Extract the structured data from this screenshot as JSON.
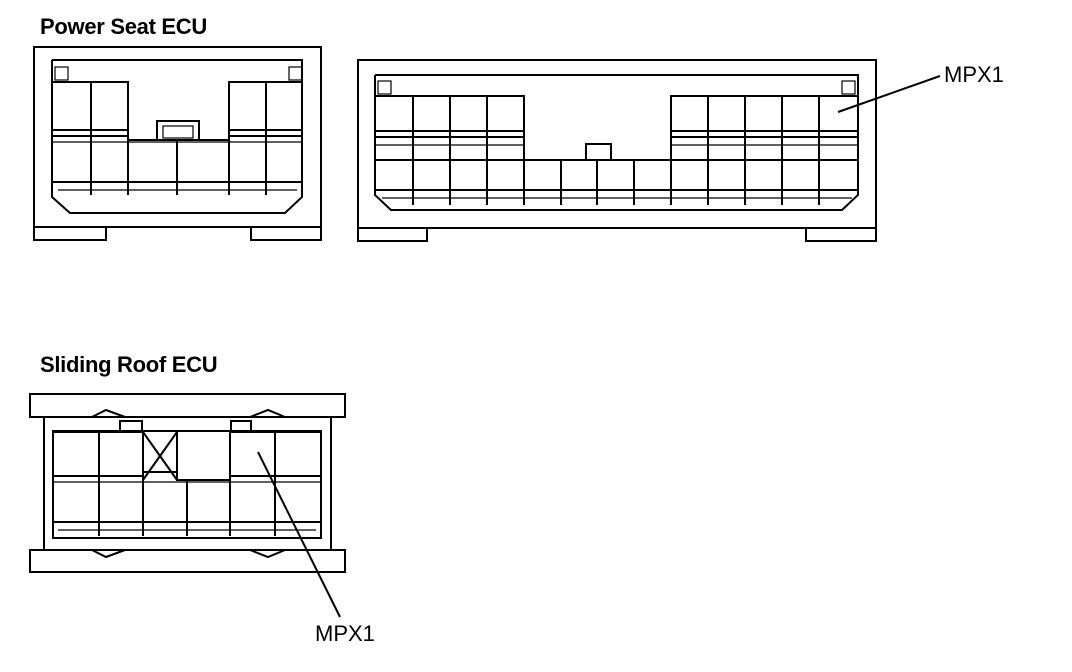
{
  "titles": {
    "power_seat": "Power Seat ECU",
    "sliding_roof": "Sliding Roof ECU"
  },
  "labels": {
    "mpx1_power_seat": "MPX1",
    "mpx1_sliding_roof": "MPX1"
  }
}
